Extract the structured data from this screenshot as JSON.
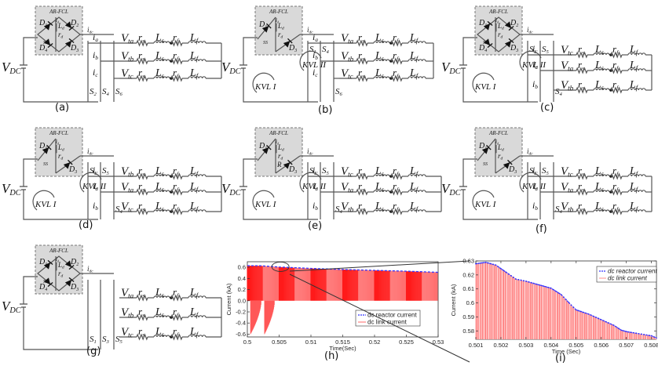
{
  "figure": {
    "panels": [
      {
        "id": "a",
        "caption": "(a)",
        "fcl_variant": "full-bridge",
        "phases": [
          "Vta",
          "Vtb",
          "Vtc"
        ],
        "currents": [
          "ia",
          "ib",
          "ic"
        ],
        "switches": [
          "S2",
          "S4",
          "S6"
        ],
        "kvl": []
      },
      {
        "id": "b",
        "caption": "(b)",
        "fcl_variant": "half",
        "phases": [
          "Vta",
          "Vtb",
          "Vtc"
        ],
        "currents": [
          "ia",
          "ib",
          "ic"
        ],
        "switches": [
          "S1",
          "S4",
          "S6"
        ],
        "kvl": [
          "KVL I",
          "KVL II"
        ]
      },
      {
        "id": "c",
        "caption": "(c)",
        "fcl_variant": "full-bridge",
        "phases": [
          "Vtc",
          "Vta",
          "Vtb"
        ],
        "currents": [
          "ic",
          "ia",
          "ib"
        ],
        "switches": [
          "S1",
          "S5",
          "S4"
        ],
        "kvl": [
          "KVL I",
          "KVL II"
        ]
      },
      {
        "id": "d",
        "caption": "(d)",
        "fcl_variant": "half",
        "phases": [
          "Vtb",
          "Vta",
          "Vtc"
        ],
        "currents": [
          "ic",
          "ia",
          "ib"
        ],
        "switches": [
          "S1",
          "S5",
          "S4"
        ],
        "kvl": [
          "KVL I",
          "KVL II"
        ]
      },
      {
        "id": "e",
        "caption": "(e)",
        "fcl_variant": "half-R",
        "phases": [
          "Vtc",
          "Vta",
          "Vtb"
        ],
        "currents": [
          "ic",
          "ia",
          "ib"
        ],
        "switches": [
          "S1",
          "S5",
          "S4"
        ],
        "kvl": [
          "KVL I",
          "KVL II"
        ]
      },
      {
        "id": "f",
        "caption": "(f)",
        "fcl_variant": "half",
        "phases": [
          "Vtc",
          "Vta",
          "Vtb"
        ],
        "currents": [
          "ic",
          "ia",
          "ib"
        ],
        "switches": [
          "S1",
          "S5",
          "S4"
        ],
        "kvl": [
          "KVL I",
          "KVL II"
        ]
      },
      {
        "id": "g",
        "caption": "(g)",
        "fcl_variant": "full-bridge",
        "phases": [
          "Vta",
          "Vtb",
          "Vtc"
        ],
        "currents": [],
        "switches": [
          "S1",
          "S3",
          "S5"
        ],
        "kvl": []
      }
    ],
    "common_labels": {
      "fcl_title": "AR-FCL",
      "source": "V",
      "source_sub": "DC",
      "dc_current": "i",
      "dc_current_sub": "dc",
      "diodes": [
        "D1",
        "D2",
        "D3",
        "D4"
      ],
      "inductor_d": "Ld",
      "resistor_d": "rd",
      "reactor_current": "id",
      "switch_ss": "SS",
      "resistor_R": "R",
      "line_elements": [
        "rs",
        "Ls",
        "rf",
        "Lf"
      ],
      "load_terminal": "V"
    },
    "plot_captions": {
      "h": "(h)",
      "i": "(i)"
    }
  },
  "chart_data": [
    {
      "id": "h",
      "type": "line",
      "title": "",
      "xlabel": "Time(Sec)",
      "ylabel": "Current (kA)",
      "xlim": [
        0.5,
        0.53
      ],
      "ylim": [
        -0.65,
        0.7
      ],
      "xticks": [
        0.5,
        0.505,
        0.51,
        0.515,
        0.52,
        0.525,
        0.53
      ],
      "xtick_labels": [
        "0.5",
        "0.505",
        "0.51",
        "0.515",
        "0.52",
        "0.525",
        "0.53"
      ],
      "yticks": [
        -0.6,
        -0.4,
        -0.2,
        0.0,
        0.2,
        0.4,
        0.6
      ],
      "ytick_labels": [
        "-0.6",
        "-0.4",
        "-0.2",
        "0.0",
        "0.2",
        "0.4",
        "0.6"
      ],
      "legend": {
        "position": "lower right",
        "entries": [
          "dc reactor current",
          "dc link current"
        ]
      },
      "series": [
        {
          "name": "dc reactor current",
          "color": "#3333ff",
          "style": "dashed",
          "x": [
            0.5,
            0.502,
            0.505,
            0.51,
            0.515,
            0.52,
            0.525,
            0.53
          ],
          "y": [
            0.628,
            0.628,
            0.605,
            0.58,
            0.56,
            0.545,
            0.53,
            0.51
          ]
        },
        {
          "name": "dc link current",
          "color": "#ff0000",
          "style": "switching (0 to envelope)",
          "envelope_x": [
            0.5,
            0.502,
            0.505,
            0.51,
            0.515,
            0.52,
            0.525,
            0.53
          ],
          "envelope_y": [
            0.628,
            0.628,
            0.605,
            0.58,
            0.56,
            0.545,
            0.53,
            0.51
          ],
          "negative_dips": [
            {
              "x_start": 0.5005,
              "x_end": 0.5022,
              "min": -0.6
            },
            {
              "x_start": 0.5027,
              "x_end": 0.5043,
              "min": -0.6
            }
          ]
        }
      ],
      "annotation": "ellipse zoom region near t=0.505, y≈0.62 linked to plot (i)"
    },
    {
      "id": "i",
      "type": "line",
      "title": "",
      "xlabel": "Time (Sec)",
      "ylabel": "Current (kA)",
      "xlim": [
        0.501,
        0.5082
      ],
      "ylim": [
        0.574,
        0.63
      ],
      "xticks": [
        0.501,
        0.502,
        0.503,
        0.504,
        0.505,
        0.506,
        0.507,
        0.508
      ],
      "xtick_labels": [
        "0.501",
        "0.502",
        "0.503",
        "0.504",
        "0.505",
        "0.506",
        "0.507",
        "0.508"
      ],
      "yticks": [
        0.58,
        0.59,
        0.6,
        0.61,
        0.62,
        0.63
      ],
      "ytick_labels": [
        "0.58",
        "0.59",
        "0.6",
        "0.61",
        "0.62",
        "0.63"
      ],
      "legend": {
        "position": "upper right",
        "entries": [
          "dc reactor current",
          "dc link current"
        ]
      },
      "series": [
        {
          "name": "dc reactor current",
          "color": "#3333ff",
          "style": "dashed with markers",
          "x": [
            0.501,
            0.5014,
            0.5018,
            0.5022,
            0.5026,
            0.503,
            0.5035,
            0.504,
            0.5044,
            0.5048,
            0.505,
            0.5055,
            0.506,
            0.5065,
            0.5068,
            0.507,
            0.5075,
            0.508,
            0.5082
          ],
          "y": [
            0.628,
            0.629,
            0.627,
            0.622,
            0.617,
            0.6155,
            0.613,
            0.6105,
            0.606,
            0.5985,
            0.595,
            0.592,
            0.588,
            0.584,
            0.5805,
            0.5795,
            0.578,
            0.5765,
            0.575
          ]
        },
        {
          "name": "dc link current",
          "color": "#ff8080",
          "style": "vertical switching bars up to reactor current"
        }
      ]
    }
  ]
}
